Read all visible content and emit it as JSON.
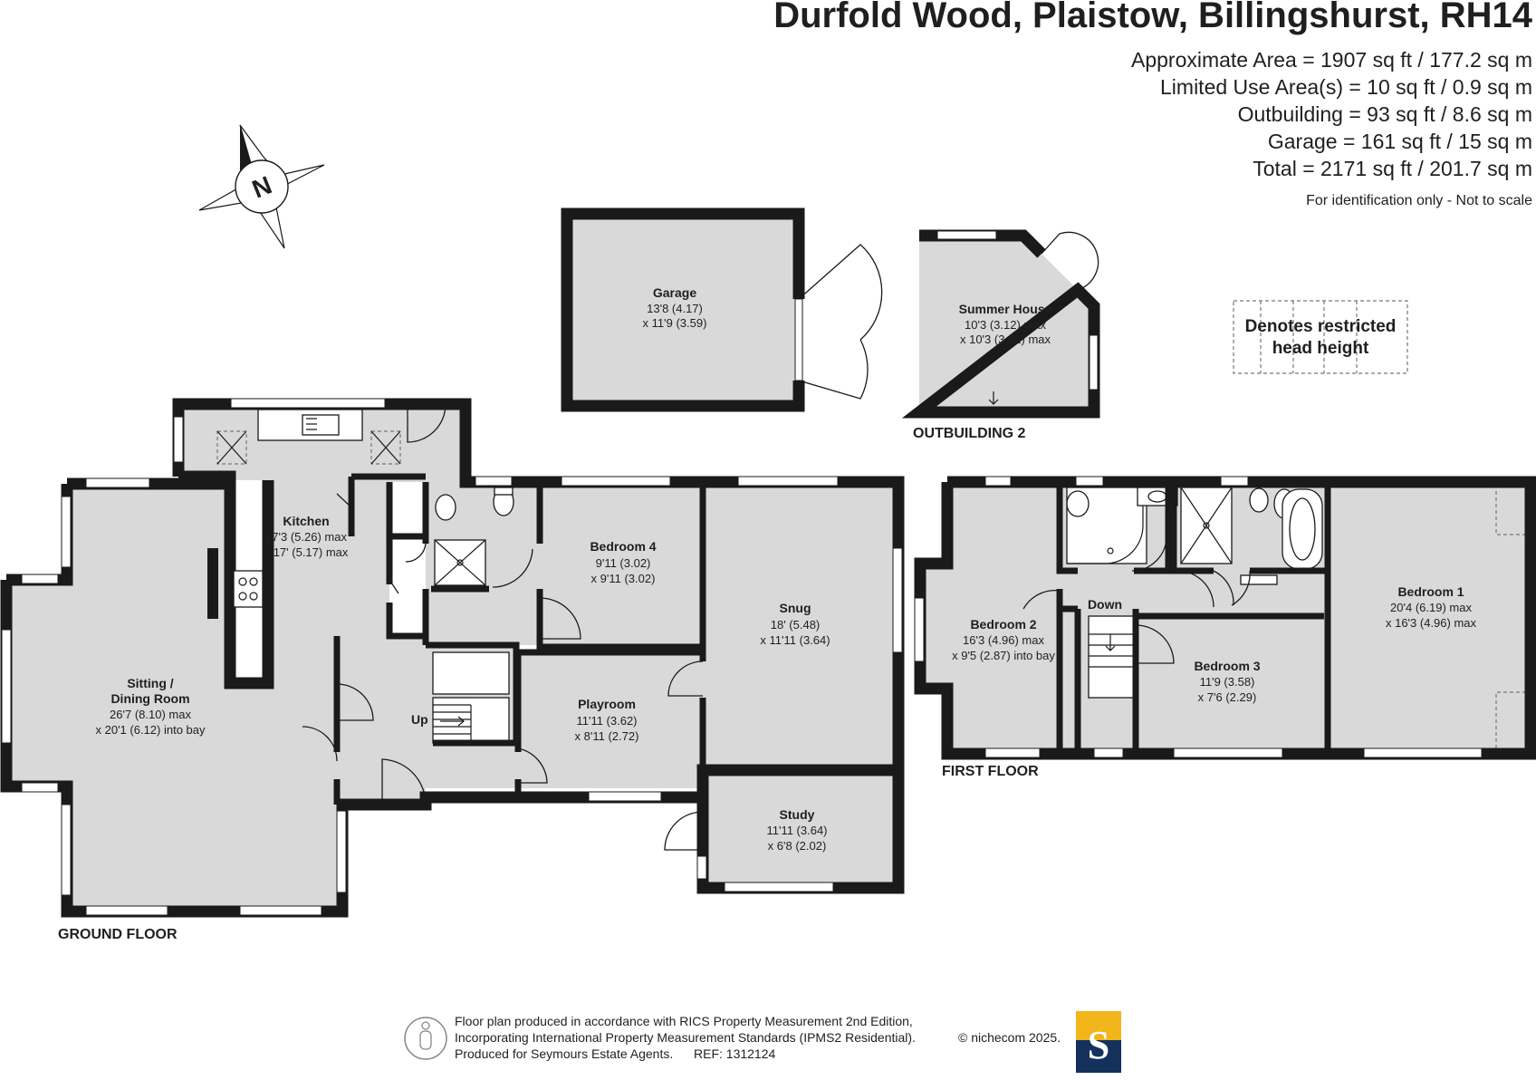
{
  "header": {
    "title": "Durfold Wood, Plaistow, Billingshurst, RH14",
    "areas": [
      "Approximate Area = 1907 sq ft / 177.2 sq m",
      "Limited Use Area(s) = 10 sq ft / 0.9 sq m",
      "Outbuilding = 93 sq ft / 8.6 sq m",
      "Garage = 161 sq ft / 15 sq m",
      "Total = 2171 sq ft / 201.7 sq m"
    ],
    "note": "For identification only - Not to scale"
  },
  "compass": {
    "label": "N",
    "icon": "compass-north-icon"
  },
  "legend": {
    "line1": "Denotes restricted",
    "line2": "head height"
  },
  "floors": {
    "ground": "GROUND FLOOR",
    "first": "FIRST FLOOR",
    "outbuilding": "OUTBUILDING 2"
  },
  "rooms": {
    "garage": {
      "name": "Garage",
      "d1": "13'8 (4.17)",
      "d2": "x 11'9 (3.59)"
    },
    "summer_house": {
      "name": "Summer House",
      "d1": "10'3 (3.12) max",
      "d2": "x 10'3 (3.12) max"
    },
    "kitchen": {
      "name": "Kitchen",
      "d1": "17'3 (5.26) max",
      "d2": "x 17' (5.17) max"
    },
    "sitting": {
      "name1": "Sitting /",
      "name2": "Dining Room",
      "d1": "26'7 (8.10) max",
      "d2": "x 20'1 (6.12) into bay"
    },
    "bedroom4": {
      "name": "Bedroom 4",
      "d1": "9'11 (3.02)",
      "d2": "x 9'11 (3.02)"
    },
    "snug": {
      "name": "Snug",
      "d1": "18' (5.48)",
      "d2": "x 11'11 (3.64)"
    },
    "playroom": {
      "name": "Playroom",
      "d1": "11'11 (3.62)",
      "d2": "x 8'11 (2.72)"
    },
    "study": {
      "name": "Study",
      "d1": "11'11 (3.64)",
      "d2": "x 6'8 (2.02)"
    },
    "bedroom1": {
      "name": "Bedroom 1",
      "d1": "20'4 (6.19) max",
      "d2": "x 16'3 (4.96) max"
    },
    "bedroom2": {
      "name": "Bedroom 2",
      "d1": "16'3 (4.96) max",
      "d2": "x 9'5 (2.87) into bay"
    },
    "bedroom3": {
      "name": "Bedroom 3",
      "d1": "11'9 (3.58)",
      "d2": "x 7'6 (2.29)"
    }
  },
  "stairs": {
    "up": "Up",
    "down": "Down"
  },
  "footer": {
    "line1": "Floor plan produced in accordance with RICS Property Measurement 2nd Edition,",
    "line2": "Incorporating International Property Measurement Standards (IPMS2 Residential).",
    "line3": "Produced for Seymours Estate Agents.",
    "ref": "REF: 1312124",
    "copyright": "© nichecom 2025.",
    "logo_letter": "S",
    "logo_colors": {
      "top": "#f2b51c",
      "bottom": "#14315c"
    }
  }
}
